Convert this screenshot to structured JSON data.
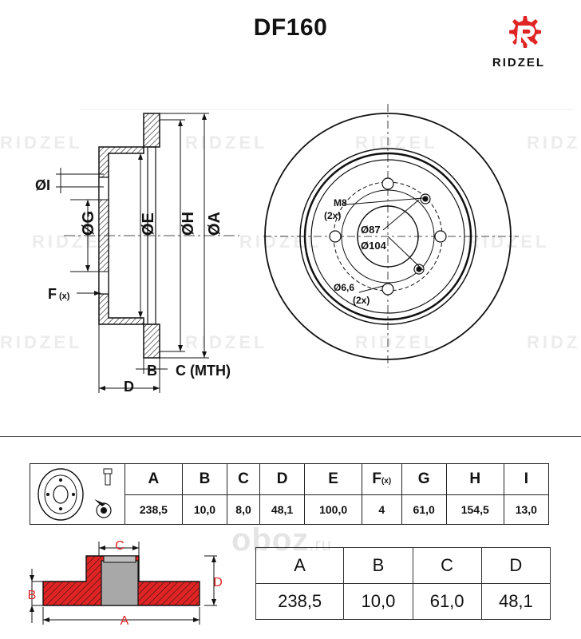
{
  "header": {
    "title": "DF160",
    "brand": "RIDZEL",
    "brand_color": "#e02424"
  },
  "watermark": {
    "text": "RIDZEL"
  },
  "side_view": {
    "labels": {
      "i": "ØI",
      "g": "ØG",
      "e": "ØE",
      "h": "ØH",
      "a": "ØA",
      "f": "F",
      "f_sub": "(x)",
      "b": "B",
      "c_mth": "C (MTH)",
      "d": "D"
    }
  },
  "front_view": {
    "m8": "M8",
    "m8_count": "(2x)",
    "d87": "Ø87",
    "d104": "Ø104",
    "d66": "Ø6,6",
    "d66_count": "(2x)"
  },
  "spec_table": {
    "headers": [
      "A",
      "B",
      "C",
      "D",
      "E",
      "F",
      "G",
      "H",
      "I"
    ],
    "f_suffix": "(x)",
    "values": [
      "238,5",
      "10,0",
      "8,0",
      "48,1",
      "100,0",
      "4",
      "61,0",
      "154,5",
      "13,0"
    ]
  },
  "bottom": {
    "labels": {
      "c": "C",
      "b": "B",
      "d": "D",
      "a": "A"
    },
    "headers": [
      "A",
      "B",
      "C",
      "D"
    ],
    "values": [
      "238,5",
      "10,0",
      "61,0",
      "48,1"
    ],
    "section_color": "#e02424"
  },
  "oboz": {
    "text": "oboz",
    "suffix": ".ru"
  }
}
